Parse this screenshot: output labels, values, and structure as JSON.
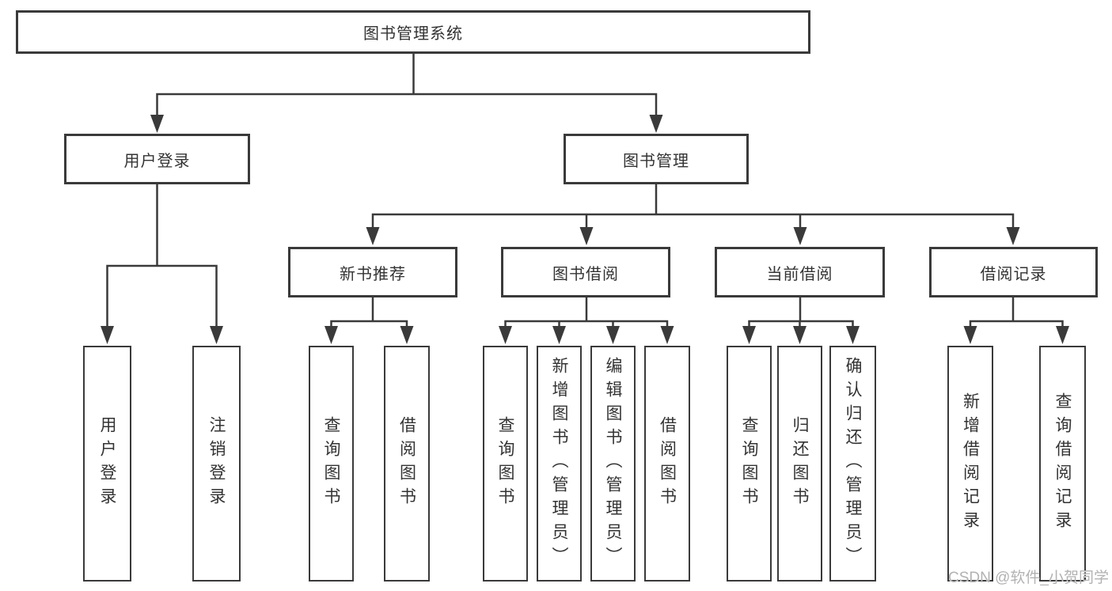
{
  "diagram": {
    "root": {
      "label": "图书管理系统"
    },
    "nodes": {
      "user_login": {
        "label": "用户登录",
        "children": [
          "用户登录",
          "注销登录"
        ]
      },
      "book_management": {
        "label": "图书管理"
      },
      "new_book_recommendation": {
        "label": "新书推荐",
        "children": [
          "查询图书",
          "借阅图书"
        ]
      },
      "book_borrowing": {
        "label": "图书借阅",
        "children": [
          "查询图书",
          "新增图书（管理员）",
          "编辑图书（管理员）",
          "借阅图书"
        ]
      },
      "current_borrowing": {
        "label": "当前借阅",
        "children": [
          "查询图书",
          "归还图书",
          "确认归还（管理员）"
        ]
      },
      "borrowing_records": {
        "label": "借阅记录",
        "children": [
          "新增借阅记录",
          "查询借阅记录"
        ]
      }
    },
    "watermark": "CSDN @软件_小贺同学",
    "colors": {
      "line": "#3a3a3a",
      "text": "#333333",
      "background": "#ffffff",
      "watermark": "#b2b2b2"
    }
  }
}
